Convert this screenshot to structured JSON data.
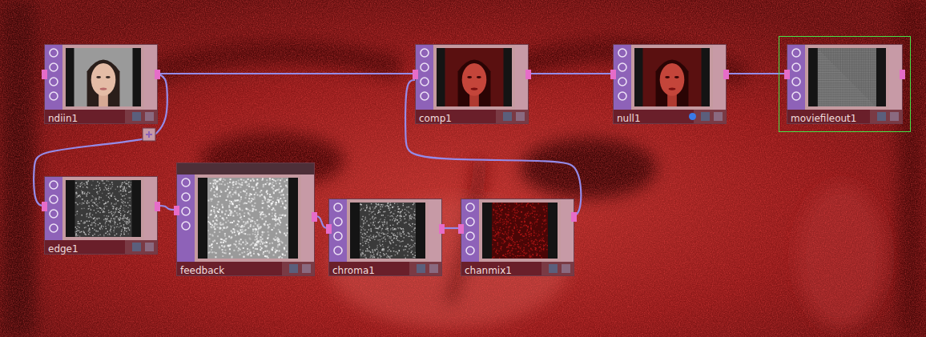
{
  "diagram": {
    "nodes": [
      {
        "text": [
          "ndiin1"
        ]
      },
      {
        "text": [
          "comp1"
        ]
      },
      {
        "text": [
          "null1"
        ]
      },
      {
        "text": [
          "moviefileout1"
        ]
      },
      {
        "text": [
          "edge1"
        ]
      },
      {
        "text": [
          "feedback"
        ]
      },
      {
        "text": [
          "chroma1"
        ]
      },
      {
        "text": [
          "chanmix1"
        ]
      }
    ],
    "edges": [
      {
        "from": 0,
        "to": 1,
        "arrow": "none"
      },
      {
        "from": 0,
        "to": 4,
        "arrow": "none"
      },
      {
        "from": 4,
        "to": 5,
        "arrow": "none"
      },
      {
        "from": 5,
        "to": 6,
        "arrow": "none"
      },
      {
        "from": 6,
        "to": 7,
        "arrow": "none"
      },
      {
        "from": 7,
        "to": 1,
        "arrow": "none"
      },
      {
        "from": 1,
        "to": 2,
        "arrow": "none"
      },
      {
        "from": 2,
        "to": 3,
        "arrow": "none"
      }
    ]
  }
}
